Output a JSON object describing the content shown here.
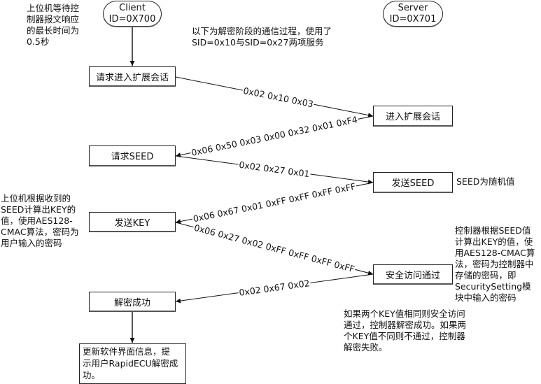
{
  "actors": {
    "client": {
      "name": "Client",
      "id": "ID=0X700"
    },
    "server": {
      "name": "Server",
      "id": "ID=0X701"
    }
  },
  "intro_note": "以下为解密阶段的通信过程，使用了\nSID=0x10与SID=0x27两项服务",
  "timeout_note": "上位机等待控\n制器报文响应\n的最长时间为\n0.5秒",
  "client_steps": [
    {
      "label": "请求进入扩展会话"
    },
    {
      "label": "请求SEED"
    },
    {
      "label": "发送KEY"
    },
    {
      "label": "解密成功"
    }
  ],
  "server_steps": [
    {
      "label": "进入扩展会话"
    },
    {
      "label": "发送SEED"
    },
    {
      "label": "安全访问通过"
    }
  ],
  "messages": [
    {
      "from": "client",
      "to": "server",
      "bytes": "0x02 0x10 0x03"
    },
    {
      "from": "server",
      "to": "client",
      "bytes": "0x06 0x50 0x03 0x00 0x32 0x01 0xF4"
    },
    {
      "from": "client",
      "to": "server",
      "bytes": "0x02 0x27 0x01"
    },
    {
      "from": "server",
      "to": "client",
      "bytes": "0x06 0x67 0x01 0xFF 0xFF 0xFF 0xFF"
    },
    {
      "from": "client",
      "to": "server",
      "bytes": "0x06 0x27 0x02 0xFF 0xFF 0xFF 0xFF"
    },
    {
      "from": "server",
      "to": "client",
      "bytes": "0x02 0x67 0x02"
    }
  ],
  "seed_note": "SEED为随机值",
  "client_key_note": "上位机根据收到的\nSEED计算出KEY的\n值，使用AES128-\nCMAC算法，密码为\n用户输入的密码",
  "server_key_note": "控制器根据SEED值\n计算出KEY的值，使\n用AES128-CMAC算\n法，密码为控制器中\n存储的密码，即\nSecuritySetting模\n块中输入的密码",
  "compare_note": "如果两个KEY值相同则安全访问\n通过，控制器解密成功。如果两\n个KEY值不同则不通过，控制器\n解密失败。",
  "final_step": "更新软件界面信息，提\n示用户RapidECU解密成\n功。"
}
